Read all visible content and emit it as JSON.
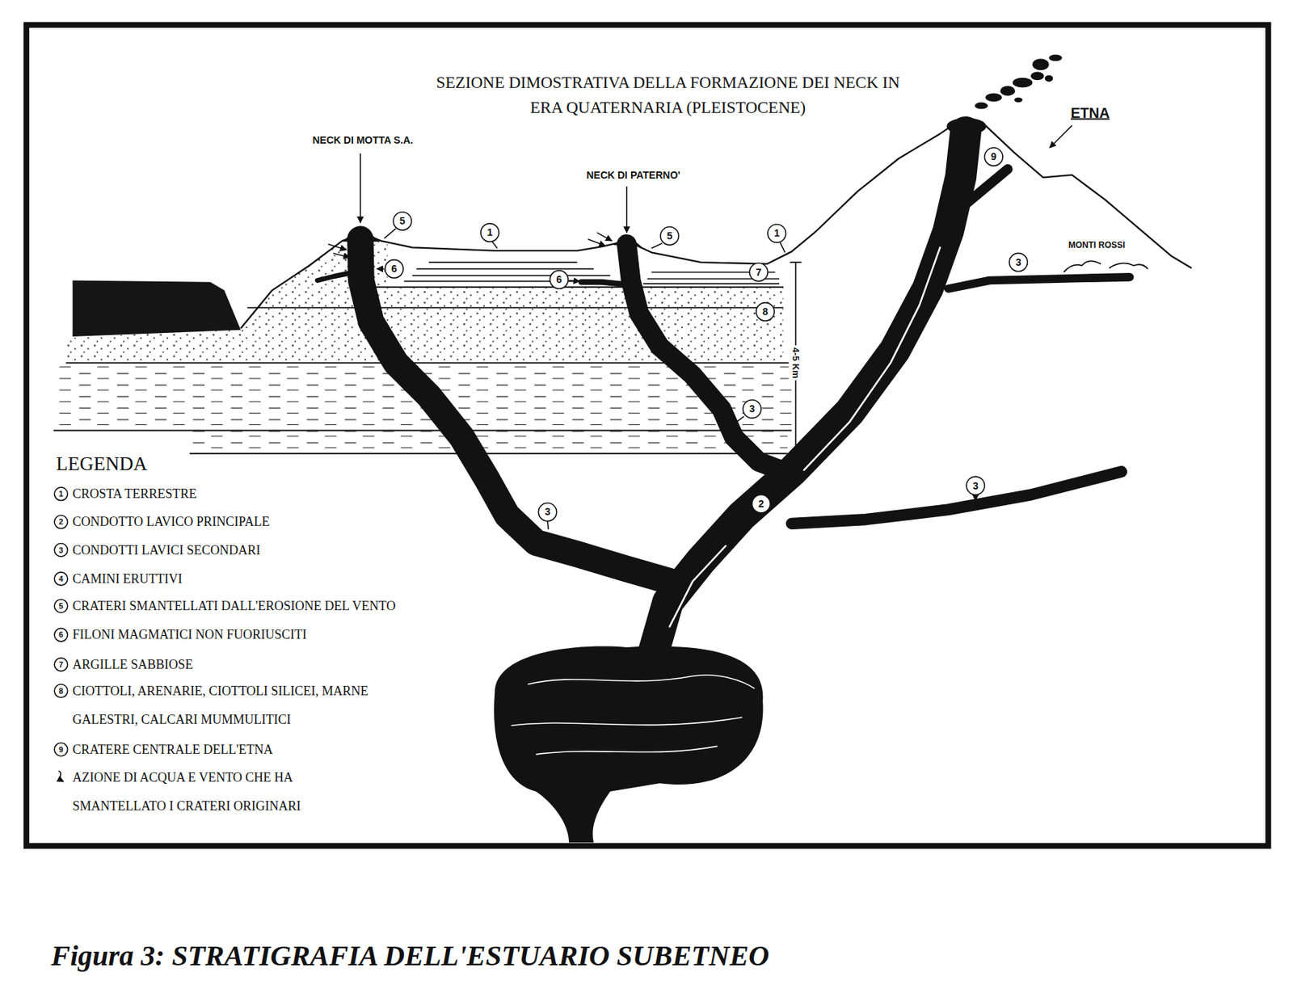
{
  "diagram": {
    "title": "SEZIONE DIMOSTRATIVA DELLA FORMAZIONE DEI NECK IN ERA QUATERNARIA (PLEISTOCENE)",
    "caption": "Figura 3: STRATIGRAFIA DELL'ESTUARIO SUBETNEO",
    "labels": [
      "NECK DI MOTTA S.A.",
      "NECK DI PATERNO'",
      "ETNA",
      "MONTI ROSSI",
      "4-5 Km",
      "5",
      "1",
      "5",
      "1",
      "6",
      "6",
      "7",
      "8",
      "9",
      "3",
      "3",
      "2",
      "3",
      "3",
      "LEGENDA",
      "1",
      "2",
      "3",
      "4",
      "5",
      "6",
      "7",
      "8",
      "9"
    ],
    "legend": [
      {
        "text": "CROSTA TERRESTRE"
      },
      {
        "text": "CONDOTTO LAVICO PRINCIPALE"
      },
      {
        "text": "CONDOTTI LAVICI SECONDARI"
      },
      {
        "text": "CAMINI ERUTTIVI"
      },
      {
        "text": "CRATERI SMANTELLATI DALL'EROSIONE DEL VENTO"
      },
      {
        "text": "FILONI MAGMATICI NON FUORIUSCITI"
      },
      {
        "text": "ARGILLE SABBIOSE"
      },
      {
        "text": "CIOTTOLI, ARENARIE, CIOTTOLI SILICEI, MARNE GALESTRI, CALCARI MUMMULITICI"
      },
      {
        "text": "CRATERE CENTRALE DELL'ETNA"
      },
      {
        "text": "AZIONE DI ACQUA E VENTO CHE HA SMANTELLATO I CRATERI ORIGINARI"
      }
    ]
  }
}
